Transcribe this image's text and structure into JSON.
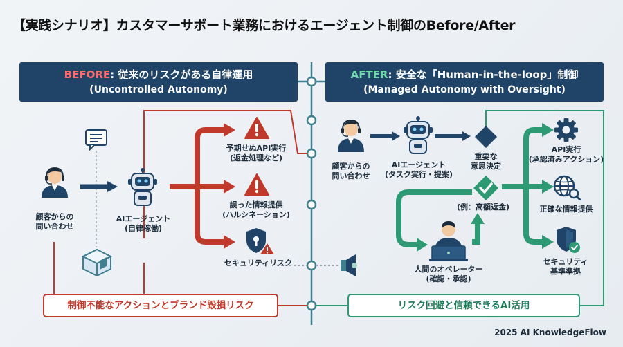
{
  "title": "【実践シナリオ】カスタマーサポート業務におけるエージェント制御のBefore/After",
  "before": {
    "header_keyword": "BEFORE",
    "header_rest": ": 従来のリスクがある自律運用",
    "header_sub": "(Uncontrolled Autonomy)",
    "customer_label": [
      "顧客からの",
      "問い合わせ"
    ],
    "agent_label": [
      "AIエージェント",
      "(自律稼働)"
    ],
    "outcomes": [
      {
        "line1": "予期せぬAPI実行",
        "line2": "(返金処理など)"
      },
      {
        "line1": "誤った情報提供",
        "line2": "(ハルシネーション)"
      },
      {
        "line1": "セキュリティリスク",
        "line2": ""
      }
    ],
    "banner": "制御不能なアクションとブランド毀損リスク"
  },
  "after": {
    "header_keyword": "AFTER",
    "header_rest": ": 安全な「Human-in-the-loop」制御",
    "header_sub": "(Managed Autonomy with Oversight)",
    "customer_label": [
      "顧客からの",
      "問い合わせ"
    ],
    "agent_label": [
      "AIエージェント",
      "(タスク実行・提案)"
    ],
    "decision_label": [
      "重要な",
      "意思決定"
    ],
    "decision_example": "(例：高額返金)",
    "operator_label": [
      "人間のオペレーター",
      "(確認・承認)"
    ],
    "outcomes": [
      {
        "line1": "API実行",
        "line2": "(承認済みアクション)"
      },
      {
        "line1": "正確な情報提供",
        "line2": ""
      },
      {
        "line1": "セキュリティ",
        "line2": "基準準拠"
      }
    ],
    "banner": "リスク回避と信頼できるAI活用"
  },
  "footer": "2025 AI KnowledgeFlow",
  "colors": {
    "navy": "#1f4468",
    "red": "#c0392b",
    "green": "#2e9a74",
    "teal": "#3f7f8f",
    "background": "#eef2f6"
  }
}
